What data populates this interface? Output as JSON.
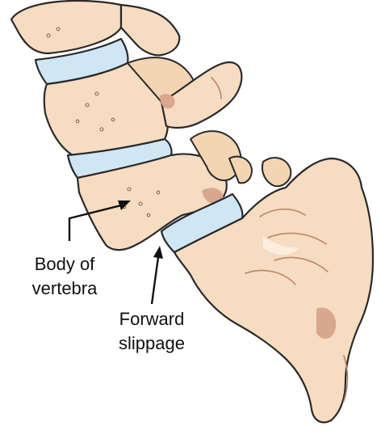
{
  "labels": {
    "body_of_vertebra_line1": "Body of",
    "body_of_vertebra_line2": "vertebra",
    "forward_slippage_line1": "Forward",
    "forward_slippage_line2": "slippage"
  },
  "colors": {
    "bone": "#f6dcc0",
    "disc": "#cfe6f5",
    "shading": "#d9a78e",
    "outline": "#2a2a2a"
  }
}
